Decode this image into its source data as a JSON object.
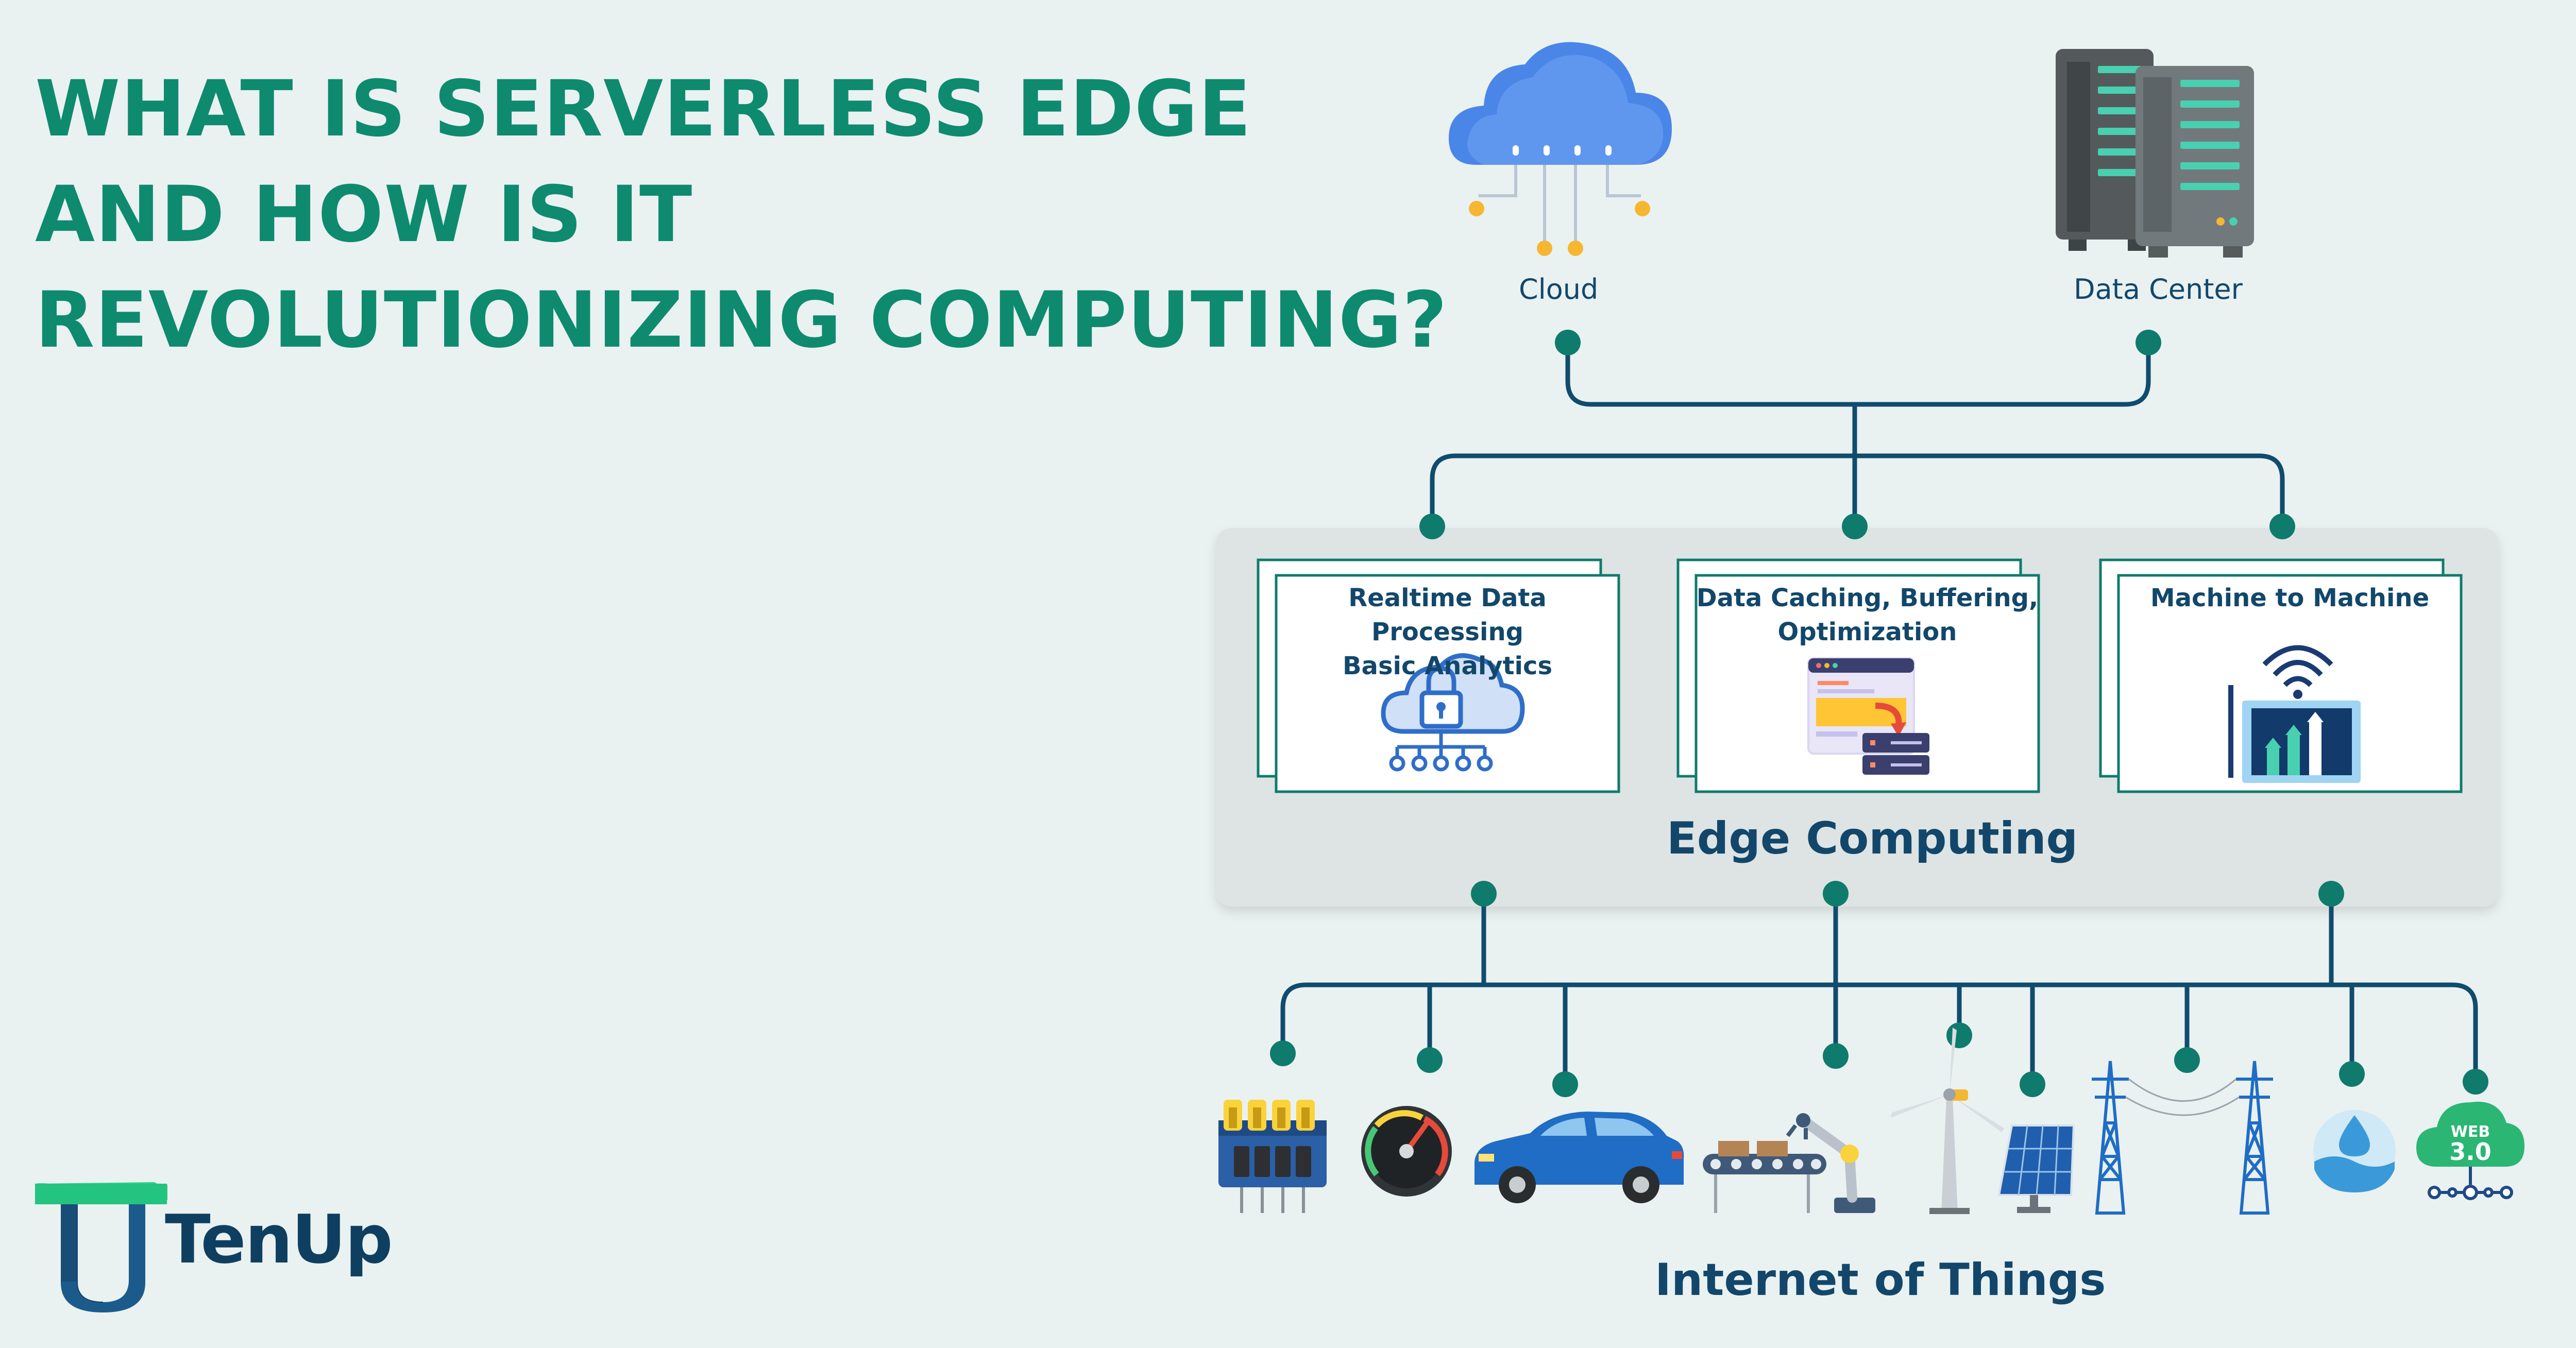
{
  "title": {
    "line1": "WHAT IS SERVERLESS EDGE",
    "line2": "AND HOW IS IT",
    "line3": "REVOLUTIONIZING COMPUTING?"
  },
  "top_nodes": {
    "cloud": {
      "label": "Cloud",
      "icon": "cloud-icon"
    },
    "datacenter": {
      "label": "Data Center",
      "icon": "server-rack-icon"
    }
  },
  "edge": {
    "label": "Edge Computing",
    "cards": [
      {
        "line1": "Realtime Data Processing",
        "line2": "Basic Analytics",
        "icon": "cloud-lock-network-icon"
      },
      {
        "line1": "Data Caching, Buffering,",
        "line2": "Optimization",
        "icon": "browser-server-icon"
      },
      {
        "line1": "Machine to Machine",
        "line2": "",
        "icon": "wifi-chart-icon"
      }
    ]
  },
  "iot": {
    "label": "Internet of Things",
    "devices": [
      "battery-pack-icon",
      "speedometer-icon",
      "car-icon",
      "robot-arm-conveyor-icon",
      "wind-turbine-icon",
      "solar-panel-icon",
      "power-pylons-icon",
      "water-drop-icon",
      "web3-cloud-icon"
    ],
    "web3_text": {
      "top": "WEB",
      "bottom": "3.0"
    }
  },
  "logo": {
    "text": "TenUp"
  },
  "colors": {
    "title": "#0e8a6f",
    "text": "#12476b",
    "line": "#0f4c6e",
    "dot": "#0f7b6c",
    "panel": "#dde4e3",
    "background": "#eaf1f1"
  }
}
